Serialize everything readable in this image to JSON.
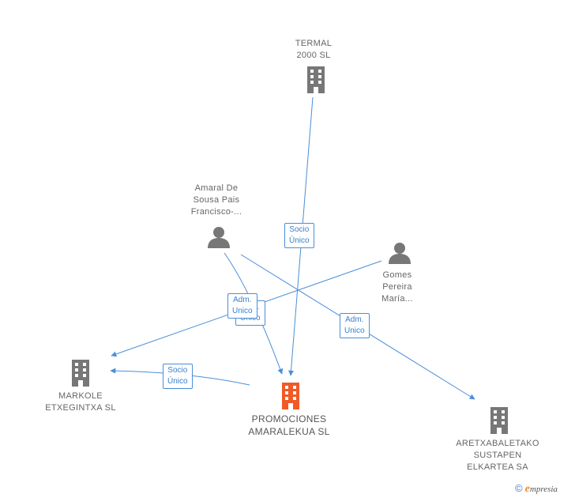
{
  "nodes": {
    "termal": {
      "lines": [
        "TERMAL",
        "2000 SL"
      ],
      "icon": "building-icon"
    },
    "amaral": {
      "lines": [
        "Amaral De",
        "Sousa Pais",
        "Francisco-..."
      ],
      "icon": "person-icon"
    },
    "gomes": {
      "lines": [
        "Gomes",
        "Pereira",
        "María..."
      ],
      "icon": "person-icon"
    },
    "markole": {
      "lines": [
        "MARKOLE",
        "ETXEGINTXA SL"
      ],
      "icon": "building-icon"
    },
    "promociones": {
      "lines": [
        "PROMOCIONES",
        "AMARALEKUA SL"
      ],
      "icon": "building-icon"
    },
    "aretxabaletako": {
      "lines": [
        "ARETXABALETAKO",
        "SUSTAPEN",
        "ELKARTEA SA"
      ],
      "icon": "building-icon"
    }
  },
  "edge_labels": {
    "termal_socio": {
      "lines": [
        "Socio",
        "Único"
      ]
    },
    "amaral_adm_back": {
      "lines": [
        "Adm.",
        "Unico"
      ]
    },
    "amaral_adm": {
      "lines": [
        "Adm.",
        "Unico"
      ]
    },
    "gomes_adm": {
      "lines": [
        "Adm.",
        "Unico"
      ]
    },
    "markole_socio": {
      "lines": [
        "Socio",
        "Único"
      ]
    }
  },
  "colors": {
    "edge": "#4a8fd8",
    "node_icon": "#777777",
    "center_icon": "#f05a28"
  },
  "footer": {
    "copyright": "©",
    "e": "e",
    "brand": "mpresia"
  }
}
